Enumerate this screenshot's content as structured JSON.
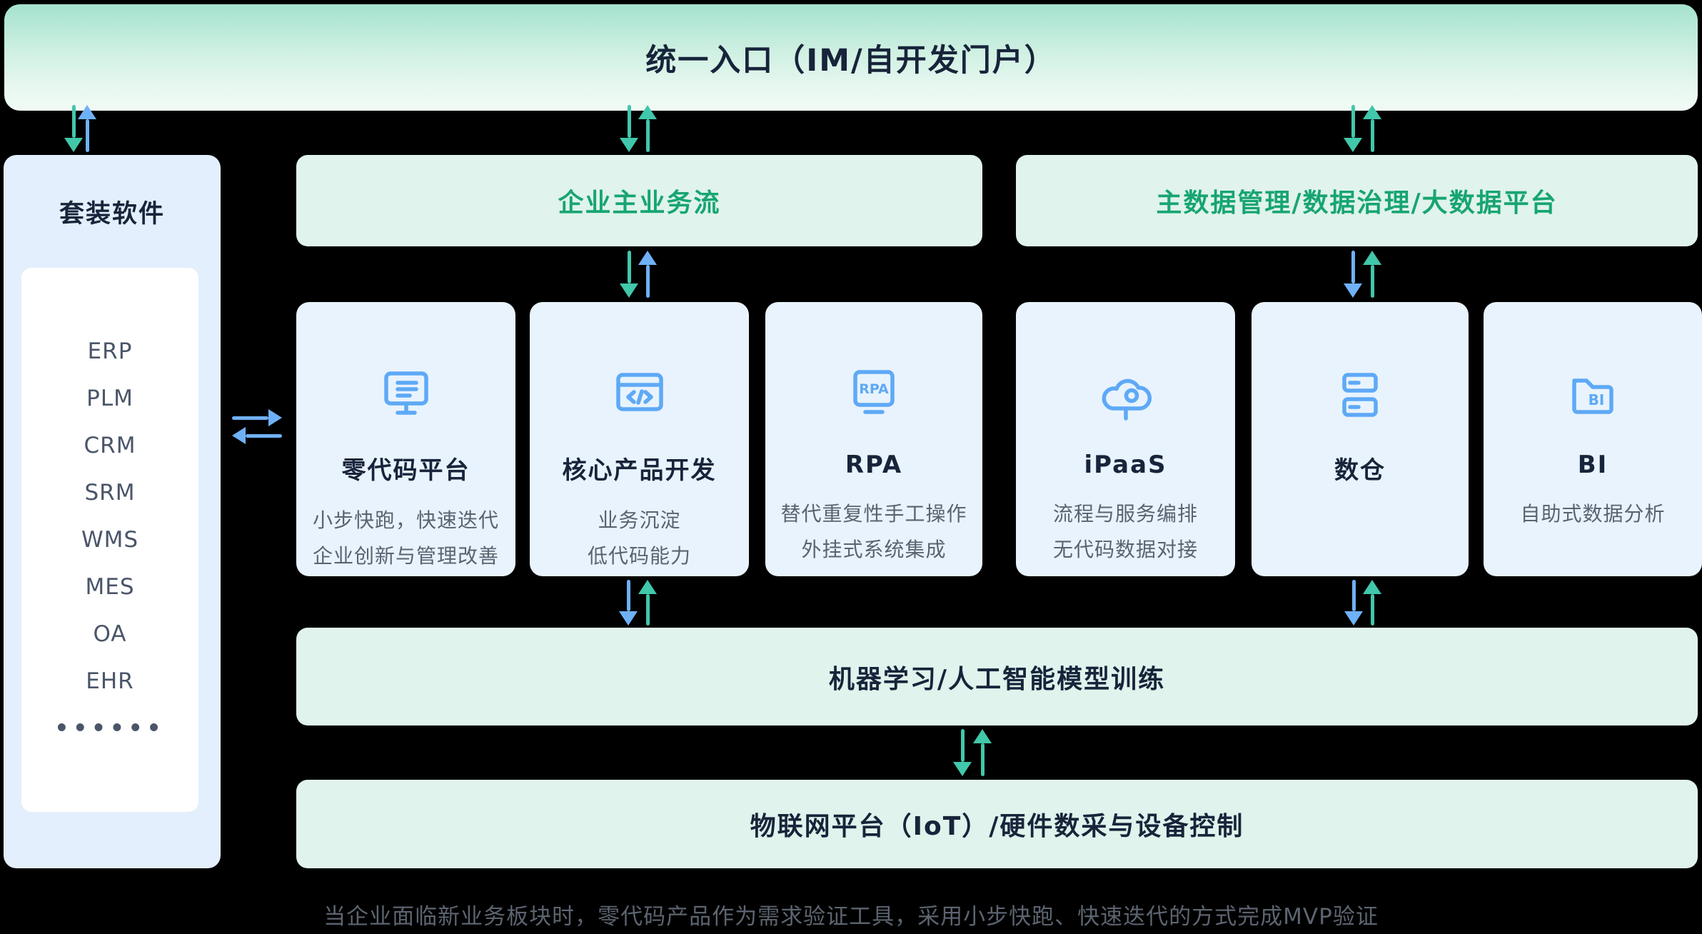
{
  "colors": {
    "page_bg": "#000000",
    "banner_gradient_top": "#A5E2CE",
    "banner_gradient_bottom": "#F1FBF6",
    "mint_bg": "#E0F3EC",
    "card_bg": "#E8F3FD",
    "sidebar_bg": "#E3EFFC",
    "green_text": "#17A572",
    "dark_text": "#17243A",
    "gray_text": "#5B6372",
    "teal_arrow": "#41C7AA",
    "blue_arrow": "#6FB1F7",
    "icon_blue": "#5EA9F6"
  },
  "top_banner": {
    "title": "统一入口（IM/自开发门户）"
  },
  "sidebar": {
    "title": "套装软件",
    "items": [
      "ERP",
      "PLM",
      "CRM",
      "SRM",
      "WMS",
      "MES",
      "OA",
      "EHR",
      "••••••"
    ]
  },
  "headers": {
    "business_flow": "企业主业务流",
    "data_platform": "主数据管理/数据治理/大数据平台"
  },
  "cards": [
    {
      "title": "零代码平台",
      "icon": "monitor-list-icon",
      "lines": [
        "小步快跑，快速迭代",
        "企业创新与管理改善"
      ]
    },
    {
      "title": "核心产品开发",
      "icon": "code-window-icon",
      "lines": [
        "业务沉淀",
        "低代码能力"
      ]
    },
    {
      "title": "RPA",
      "icon": "rpa-monitor-icon",
      "lines": [
        "替代重复性手工操作",
        "外挂式系统集成"
      ]
    },
    {
      "title": "iPaaS",
      "icon": "cloud-integration-icon",
      "lines": [
        "流程与服务编排",
        "无代码数据对接"
      ]
    },
    {
      "title": "数仓",
      "icon": "server-stack-icon",
      "lines": []
    },
    {
      "title": "BI",
      "icon": "bi-folder-icon",
      "lines": [
        "自助式数据分析"
      ]
    }
  ],
  "ml_bar": {
    "title": "机器学习/人工智能模型训练"
  },
  "iot_bar": {
    "title": "物联网平台（IoT）/硬件数采与设备控制"
  },
  "caption": "当企业面临新业务板块时，零代码产品作为需求验证工具，采用小步快跑、快速迭代的方式完成MVP验证"
}
